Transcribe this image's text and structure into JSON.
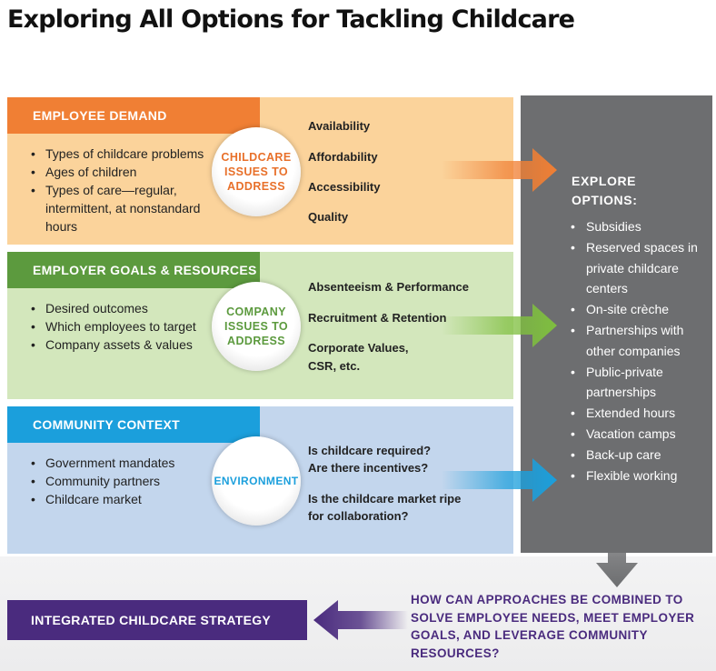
{
  "title": "Exploring All Options for Tackling Childcare",
  "colors": {
    "orange_header": "#f07f34",
    "orange_body": "#fbd39b",
    "green_header": "#5c9a3e",
    "green_body": "#d3e7bc",
    "blue_header": "#1b9fdc",
    "blue_body": "#c3d6ed",
    "grey_column": "#6d6e70",
    "purple": "#4a2b7e"
  },
  "panels": [
    {
      "header": "EMPLOYEE DEMAND",
      "bullets": [
        "Types of childcare problems",
        "Ages of children",
        "Types of care—regular, intermittent, at nonstandard hours"
      ],
      "circle_lines": [
        "CHILDCARE",
        "ISSUES TO",
        "ADDRESS"
      ],
      "issues": [
        "Availability",
        "Affordability",
        "Accessibility",
        "Quality"
      ]
    },
    {
      "header": "EMPLOYER GOALS & RESOURCES",
      "bullets": [
        "Desired outcomes",
        "Which employees to target",
        "Company assets & values"
      ],
      "circle_lines": [
        "COMPANY",
        "ISSUES TO",
        "ADDRESS"
      ],
      "issues": [
        "Absenteeism & Performance",
        "Recruitment & Retention",
        "Corporate Values,",
        "CSR, etc."
      ]
    },
    {
      "header": "COMMUNITY CONTEXT",
      "bullets": [
        "Government mandates",
        "Community partners",
        "Childcare market"
      ],
      "circle_lines": [
        "ENVIRONMENT"
      ],
      "issues": [
        "Is childcare required?",
        "Are there incentives?",
        "Is the childcare market ripe",
        "for collaboration?"
      ]
    }
  ],
  "explore": {
    "heading_lines": [
      "EXPLORE",
      "OPTIONS:"
    ],
    "options": [
      "Subsidies",
      "Reserved spaces in private childcare centers",
      "On-site crèche",
      "Partnerships with other companies",
      "Public-private partnerships",
      "Extended hours",
      "Vacation camps",
      "Back-up care",
      "Flexible working"
    ]
  },
  "strategy_label": "INTEGRATED CHILDCARE STRATEGY",
  "question": "HOW CAN APPROACHES BE COMBINED TO SOLVE EMPLOYEE NEEDS, MEET EMPLOYER GOALS, AND LEVERAGE COMMUNITY RESOURCES?",
  "icons": {
    "panel_arrow": "right-arrow-icon",
    "down_arrow": "down-arrow-icon",
    "left_arrow": "left-arrow-icon"
  }
}
